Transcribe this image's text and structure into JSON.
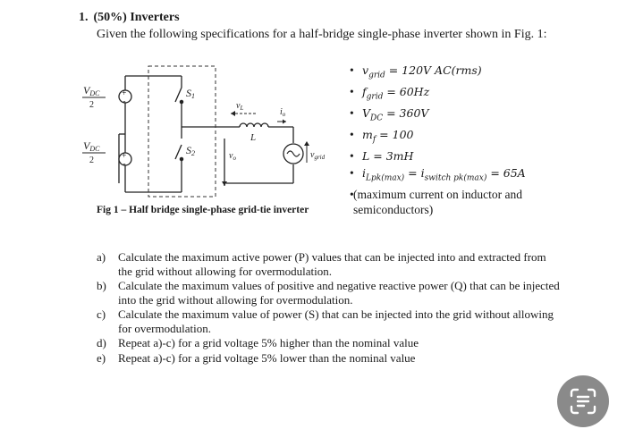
{
  "problem": {
    "number": "1.",
    "title": "(50%) Inverters",
    "intro": "Given the following specifications for a half-bridge single-phase inverter shown in Fig. 1:"
  },
  "figure": {
    "caption": "Fig 1 – Half bridge single-phase grid-tie inverter",
    "labels": {
      "vdc_num": "V",
      "vdc_sub": "DC",
      "vdc_den": "2",
      "s1": "S",
      "s1_sub": "1",
      "s2": "S",
      "s2_sub": "2",
      "vl": "v",
      "vl_sub": "L",
      "io": "i",
      "io_sub": "o",
      "l": "L",
      "vo": "v",
      "vo_sub": "o",
      "vgrid": "v",
      "vgrid_sub": "grid",
      "plus": "+",
      "minus": "-"
    }
  },
  "specs": [
    {
      "sym": "v",
      "sub": "grid",
      "rest": " = 120V AC(rms)"
    },
    {
      "sym": "f",
      "sub": "grid",
      "rest": " = 60Hz"
    },
    {
      "sym": "V",
      "sub": "DC",
      "rest": " = 360V"
    },
    {
      "sym": "m",
      "sub": "f",
      "rest": " = 100"
    },
    {
      "sym": "L",
      "sub": "",
      "rest": " = 3mH"
    },
    {
      "sym": "i",
      "sub": "Lpk(max)",
      "rest": " = i",
      "sub2": "switch pk(max)",
      "rest2": " = 65A"
    }
  ],
  "spec_note": "(maximum current on inductor and semiconductors)",
  "questions": [
    {
      "letter": "a)",
      "text": "Calculate the maximum active power (P) values that can be injected into and extracted from the grid without allowing for overmodulation."
    },
    {
      "letter": "b)",
      "text": "Calculate the maximum values of positive and negative reactive power (Q) that can be injected into the grid without allowing for overmodulation."
    },
    {
      "letter": "c)",
      "text": "Calculate the maximum value of power (S) that can be injected into the grid without allowing for overmodulation."
    },
    {
      "letter": "d)",
      "text": "Repeat a)-c) for a grid voltage 5% higher than the nominal value"
    },
    {
      "letter": "e)",
      "text": "Repeat a)-c) for a grid voltage 5% lower than the nominal value"
    }
  ],
  "fab": {
    "icon": "text-scan-icon"
  }
}
